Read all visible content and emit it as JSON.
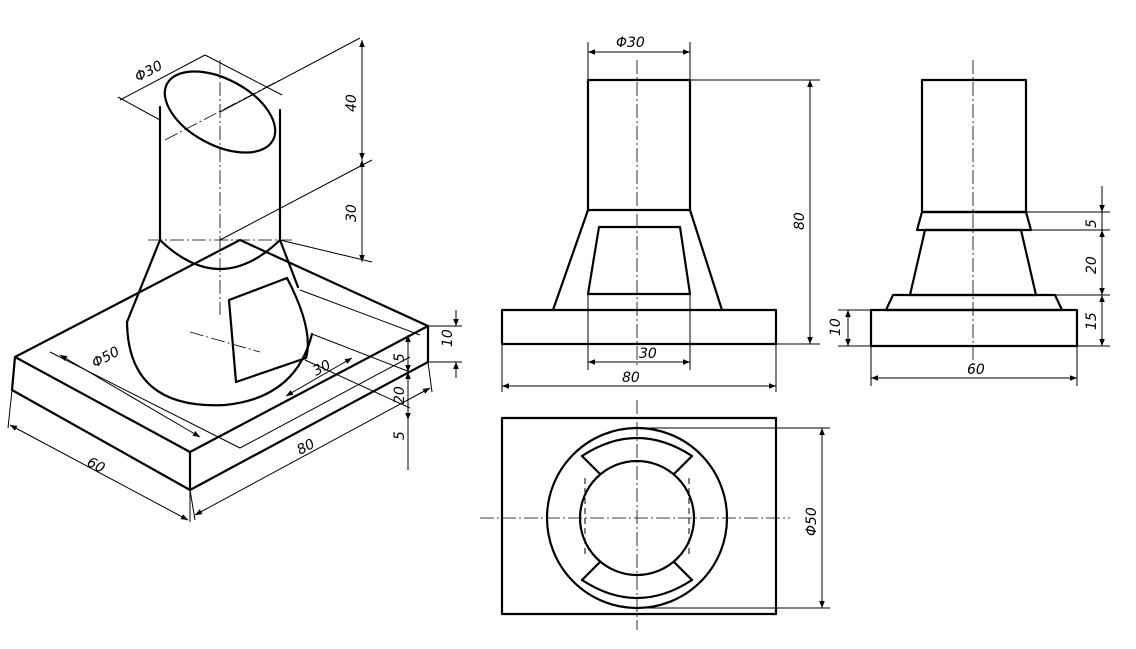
{
  "iso_view": {
    "dims": {
      "d_top": "Φ30",
      "h_top": "40",
      "h_cone": "30",
      "d_base_cone": "Φ50",
      "w_slot": "30",
      "h_five_a": "5",
      "h_twenty": "20",
      "h_five_b": "5",
      "h_plate": "10",
      "len_80": "80",
      "len_60": "60"
    }
  },
  "front_view": {
    "dims": {
      "d_top": "Φ30",
      "h_total": "80",
      "w_slot": "30",
      "w_base": "80"
    }
  },
  "side_view": {
    "dims": {
      "h_5": "5",
      "h_20": "20",
      "h_15": "15",
      "h_10": "10",
      "w_base": "60"
    }
  },
  "top_view": {
    "dims": {
      "d_outer": "Φ50"
    }
  },
  "colors": {
    "line": "#000000",
    "background": "#ffffff"
  }
}
